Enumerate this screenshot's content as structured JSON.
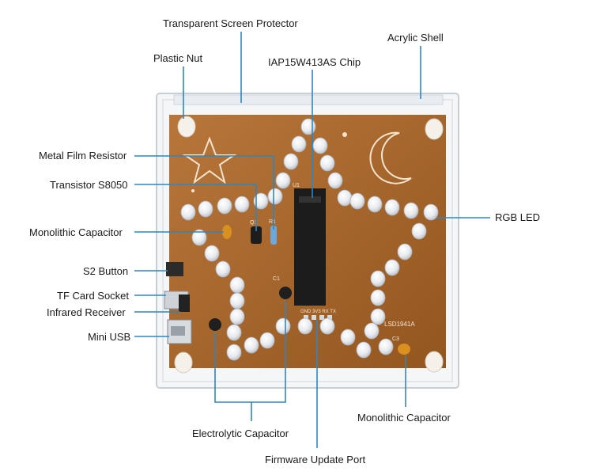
{
  "labels": {
    "transparent_screen_protector": "Transparent Screen Protector",
    "acrylic_shell": "Acrylic Shell",
    "plastic_nut": "Plastic Nut",
    "chip": "IAP15W413AS Chip",
    "metal_film_resistor": "Metal Film Resistor",
    "transistor": "Transistor S8050",
    "monolithic_capacitor_left": "Monolithic Capacitor",
    "rgb_led": "RGB LED",
    "s2_button": "S2 Button",
    "tf_card_socket": "TF Card Socket",
    "infrared_receiver": "Infrared Receiver",
    "mini_usb": "Mini USB",
    "monolithic_capacitor_right": "Monolithic Capacitor",
    "electrolytic_capacitor": "Electrolytic Capacitor",
    "firmware_update_port": "Firmware Update Port"
  },
  "board_marks": {
    "u1": "U1",
    "c1": "C1",
    "c3": "C3",
    "q1": "Q1",
    "r1": "R1",
    "pins": "GND 3V3 RX TX",
    "model": "LSD1941A"
  },
  "colors": {
    "pcb": "#a8672c",
    "leader_line": "#2e86c1",
    "led": "#f2f3f5",
    "chip": "#1c1c1c"
  }
}
